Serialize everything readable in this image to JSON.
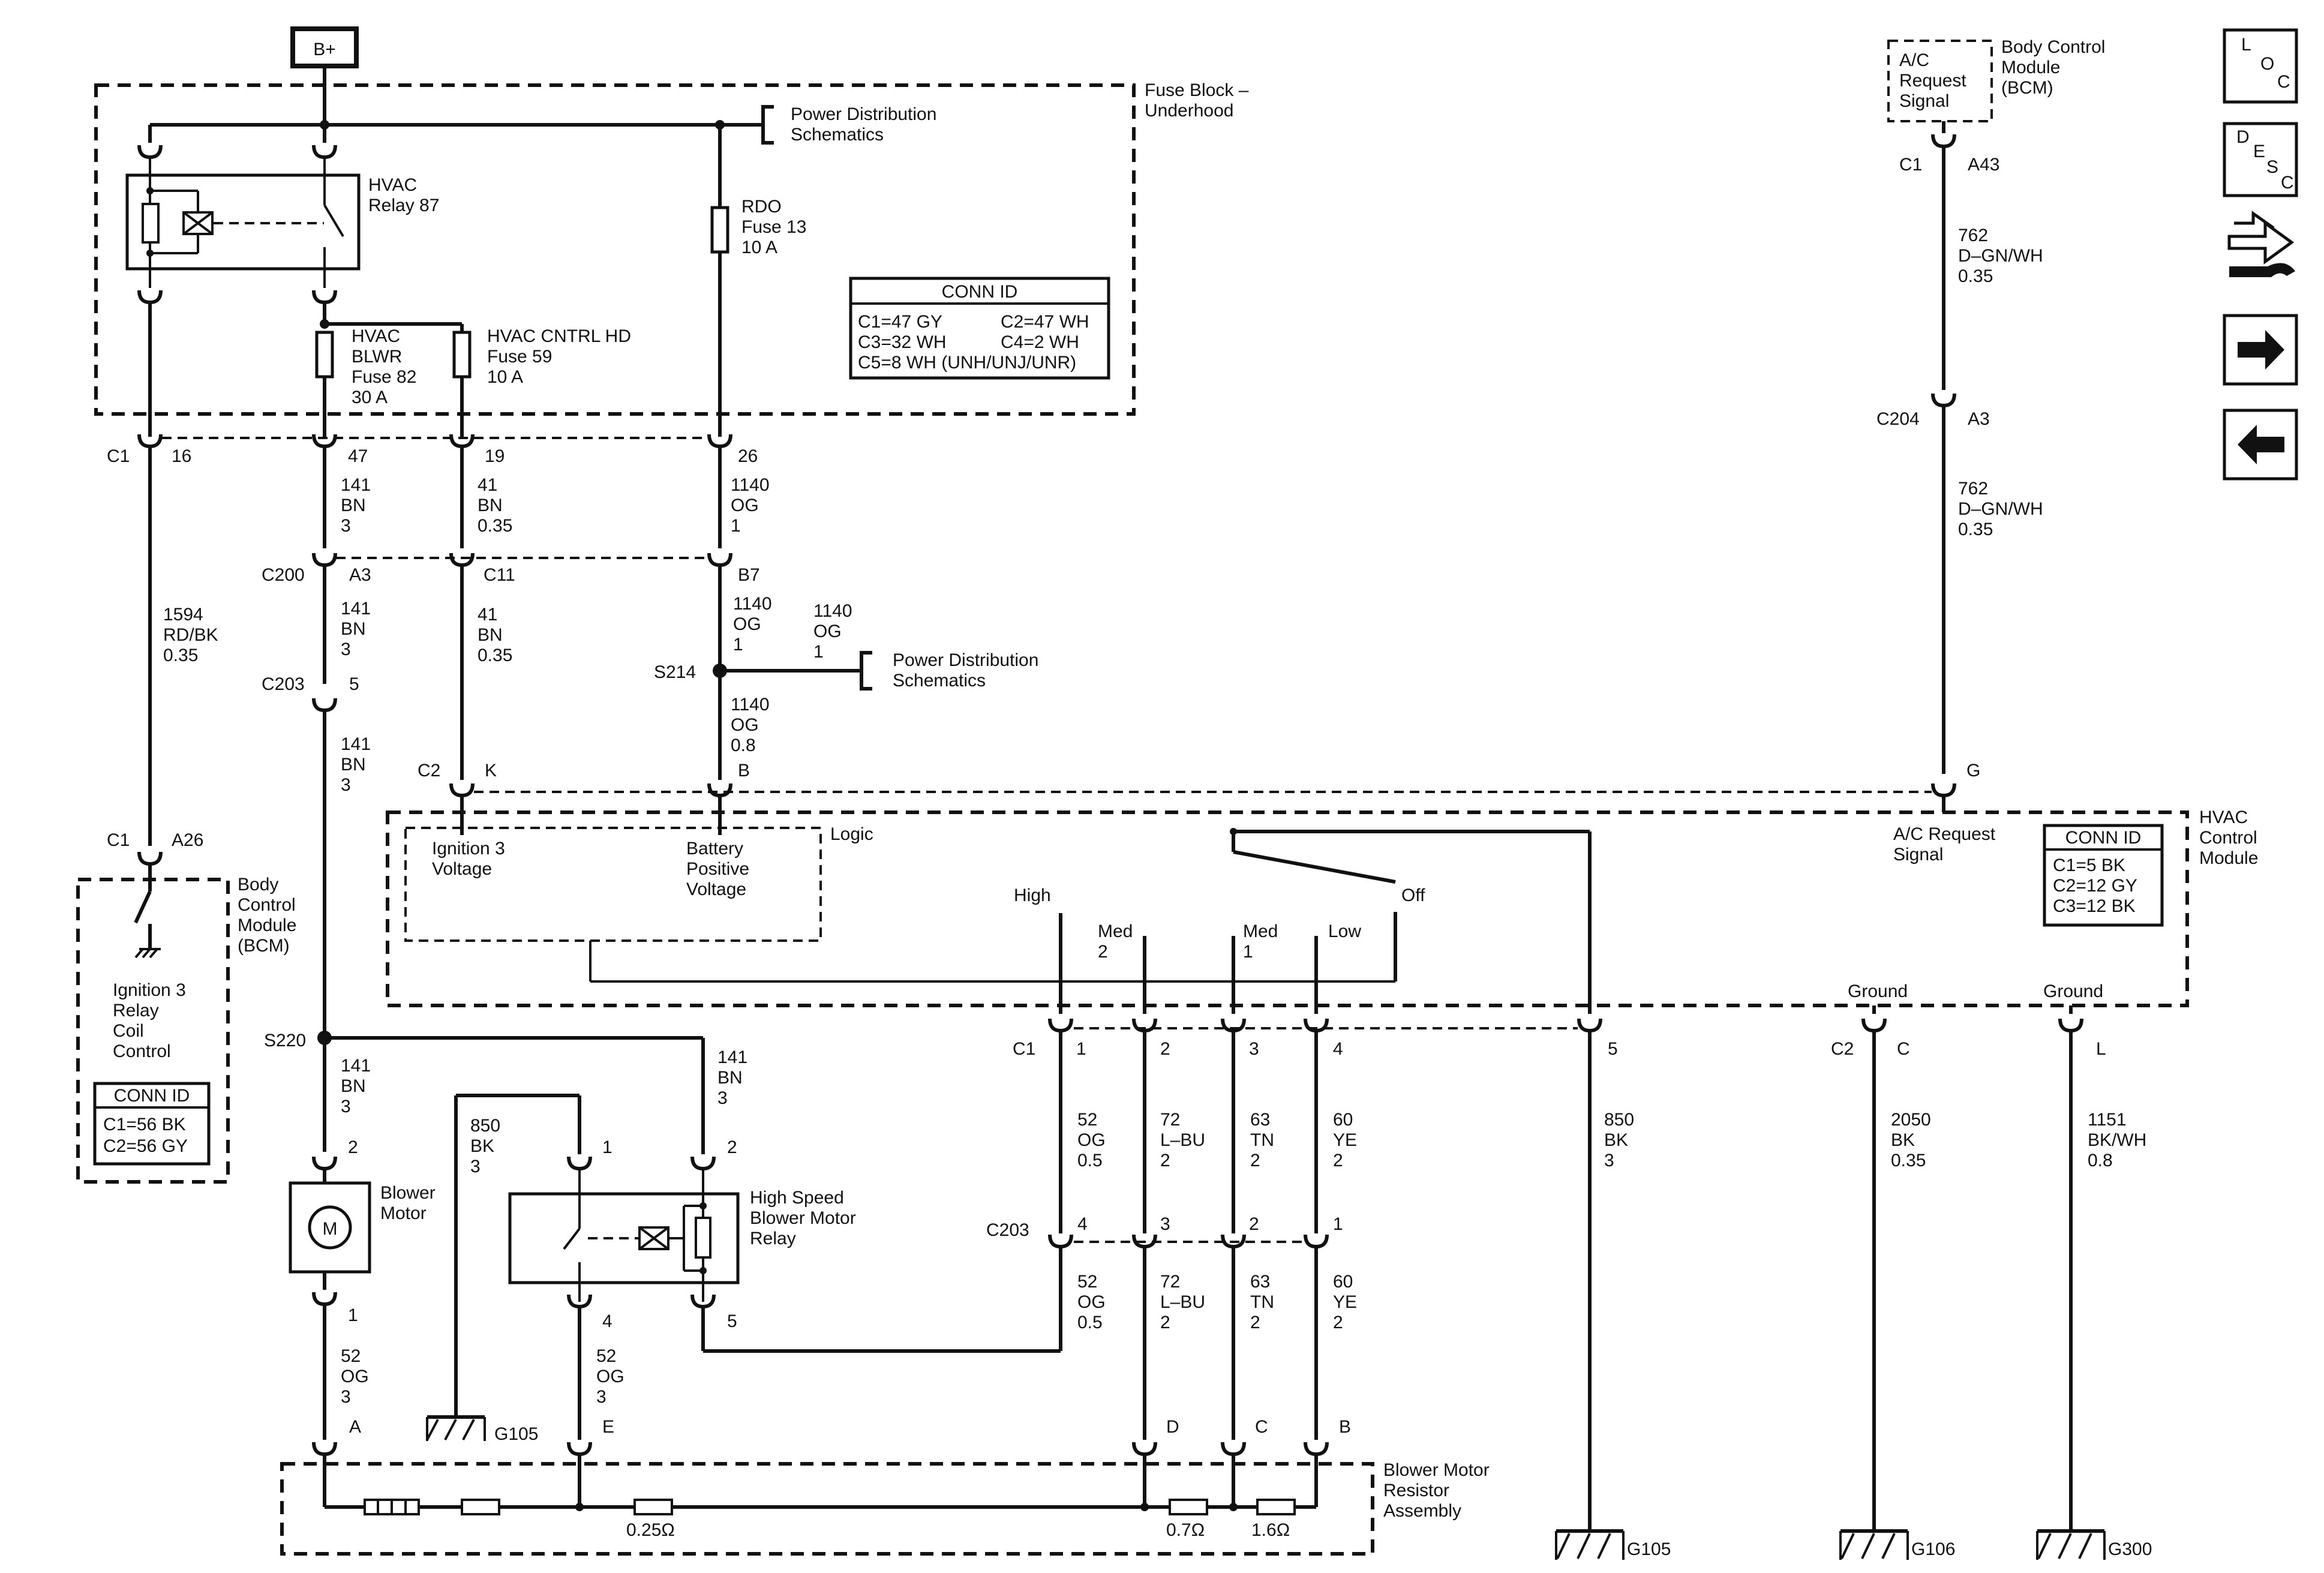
{
  "power_source": "B+",
  "fuse_block": {
    "title_1": "Fuse Block –",
    "title_2": "Underhood",
    "power_dist_1": "Power Distribution",
    "power_dist_2": "Schematics",
    "hvac_relay_1": "HVAC",
    "hvac_relay_2": "Relay 87",
    "rdo_1": "RDO",
    "rdo_2": "Fuse 13",
    "rdo_3": "10 A",
    "blwr_1": "HVAC",
    "blwr_2": "BLWR",
    "blwr_3": "Fuse 82",
    "blwr_4": "30 A",
    "cntrl_1": "HVAC CNTRL HD",
    "cntrl_2": "Fuse 59",
    "cntrl_3": "10 A",
    "conn": {
      "title": "CONN ID",
      "r1a": "C1=47 GY",
      "r1b": "C2=47 WH",
      "r2a": "C3=32 WH",
      "r2b": "C4=2 WH",
      "r3": "C5=8 WH (UNH/UNJ/UNR)"
    }
  },
  "connectors": {
    "c1": "C1",
    "c1_16": "16",
    "c1_47": "47",
    "c1_19": "19",
    "c1_26": "26",
    "c200": "C200",
    "c200_a3": "A3",
    "c200_c11": "C11",
    "c200_b7": "B7",
    "c203": "C203",
    "c203_5": "5",
    "s214": "S214",
    "s220": "S220",
    "c2": "C2",
    "c2_k": "K",
    "c2_b": "B",
    "c2_g": "G",
    "c1_a26": "A26",
    "c1_bcm_top": "C1",
    "a43": "A43",
    "c204": "C204",
    "c204_a3": "A3",
    "hvac_c1": "C1",
    "hvac_1": "1",
    "hvac_2": "2",
    "hvac_3": "3",
    "hvac_4": "4",
    "hvac_5": "5",
    "hvac_c2": "C2",
    "hvac_c": "C",
    "hvac_l": "L",
    "c203b": "C203",
    "c203b_4": "4",
    "c203b_3": "3",
    "c203b_2": "2",
    "c203b_1": "1",
    "bm_2": "2",
    "bm_1": "1",
    "relay_1": "1",
    "relay_2": "2",
    "relay_4": "4",
    "relay_5": "5",
    "res_a": "A",
    "res_e": "E",
    "res_d": "D",
    "res_c": "C",
    "res_b": "B"
  },
  "wires": {
    "w1594": [
      "1594",
      "RD/BK",
      "0.35"
    ],
    "w141a": [
      "141",
      "BN",
      "3"
    ],
    "w141b": [
      "141",
      "BN",
      "3"
    ],
    "w141c": [
      "141",
      "BN",
      "3"
    ],
    "w141d": [
      "141",
      "BN",
      "3"
    ],
    "w141e": [
      "141",
      "BN",
      "3"
    ],
    "w41a": [
      "41",
      "BN",
      "0.35"
    ],
    "w41b": [
      "41",
      "BN",
      "0.35"
    ],
    "w1140a": [
      "1140",
      "OG",
      "1"
    ],
    "w1140b": [
      "1140",
      "OG",
      "1"
    ],
    "w1140c": [
      "1140",
      "OG",
      "1"
    ],
    "w1140d": [
      "1140",
      "OG",
      "0.8"
    ],
    "w762a": [
      "762",
      "D–GN/WH",
      "0.35"
    ],
    "w762b": [
      "762",
      "D–GN/WH",
      "0.35"
    ],
    "w850a": [
      "850",
      "BK",
      "3"
    ],
    "w850b": [
      "850",
      "BK",
      "3"
    ],
    "w52a": [
      "52",
      "OG",
      "3"
    ],
    "w52b": [
      "52",
      "OG",
      "3"
    ],
    "w52c": [
      "52",
      "OG",
      "0.5"
    ],
    "w52d": [
      "52",
      "OG",
      "0.5"
    ],
    "w72a": [
      "72",
      "L–BU",
      "2"
    ],
    "w72b": [
      "72",
      "L–BU",
      "2"
    ],
    "w63a": [
      "63",
      "TN",
      "2"
    ],
    "w63b": [
      "63",
      "TN",
      "2"
    ],
    "w60a": [
      "60",
      "YE",
      "2"
    ],
    "w60b": [
      "60",
      "YE",
      "2"
    ],
    "w2050": [
      "2050",
      "BK",
      "0.35"
    ],
    "w1151": [
      "1151",
      "BK/WH",
      "0.8"
    ]
  },
  "bcm_top": {
    "req_1": "A/C",
    "req_2": "Request",
    "req_3": "Signal",
    "name_1": "Body Control",
    "name_2": "Module",
    "name_3": "(BCM)"
  },
  "power_dist_2": {
    "l1": "Power Distribution",
    "l2": "Schematics"
  },
  "bcm_left": {
    "name_1": "Body",
    "name_2": "Control",
    "name_3": "Module",
    "name_4": "(BCM)",
    "desc_1": "Ignition 3",
    "desc_2": "Relay",
    "desc_3": "Coil",
    "desc_4": "Control",
    "conn_title": "CONN ID",
    "conn_1": "C1=56 BK",
    "conn_2": "C2=56 GY"
  },
  "hvac_module": {
    "name_1": "HVAC",
    "name_2": "Control",
    "name_3": "Module",
    "logic": "Logic",
    "ign_1": "Ignition 3",
    "ign_2": "Voltage",
    "bat_1": "Battery",
    "bat_2": "Positive",
    "bat_3": "Voltage",
    "ac_1": "A/C Request",
    "ac_2": "Signal",
    "high": "High",
    "med2_1": "Med",
    "med2_2": "2",
    "med1_1": "Med",
    "med1_2": "1",
    "low": "Low",
    "off": "Off",
    "ground_1": "Ground",
    "ground_2": "Ground",
    "conn_title": "CONN ID",
    "conn_1": "C1=5 BK",
    "conn_2": "C2=12 GY",
    "conn_3": "C3=12 BK"
  },
  "blower_motor": {
    "symbol": "M",
    "l1": "Blower",
    "l2": "Motor"
  },
  "hs_relay": {
    "l1": "High Speed",
    "l2": "Blower Motor",
    "l3": "Relay"
  },
  "resistor_assy": {
    "l1": "Blower Motor",
    "l2": "Resistor",
    "l3": "Assembly",
    "r1": "0.25",
    "r2": "0.7",
    "r3": "1.6",
    "ohm": "Ω"
  },
  "grounds": {
    "g105a": "G105",
    "g105b": "G105",
    "g106": "G106",
    "g300": "G300"
  },
  "nav": {
    "loc": [
      "L",
      "O",
      "C"
    ],
    "desc": [
      "D",
      "E",
      "S",
      "C"
    ]
  }
}
